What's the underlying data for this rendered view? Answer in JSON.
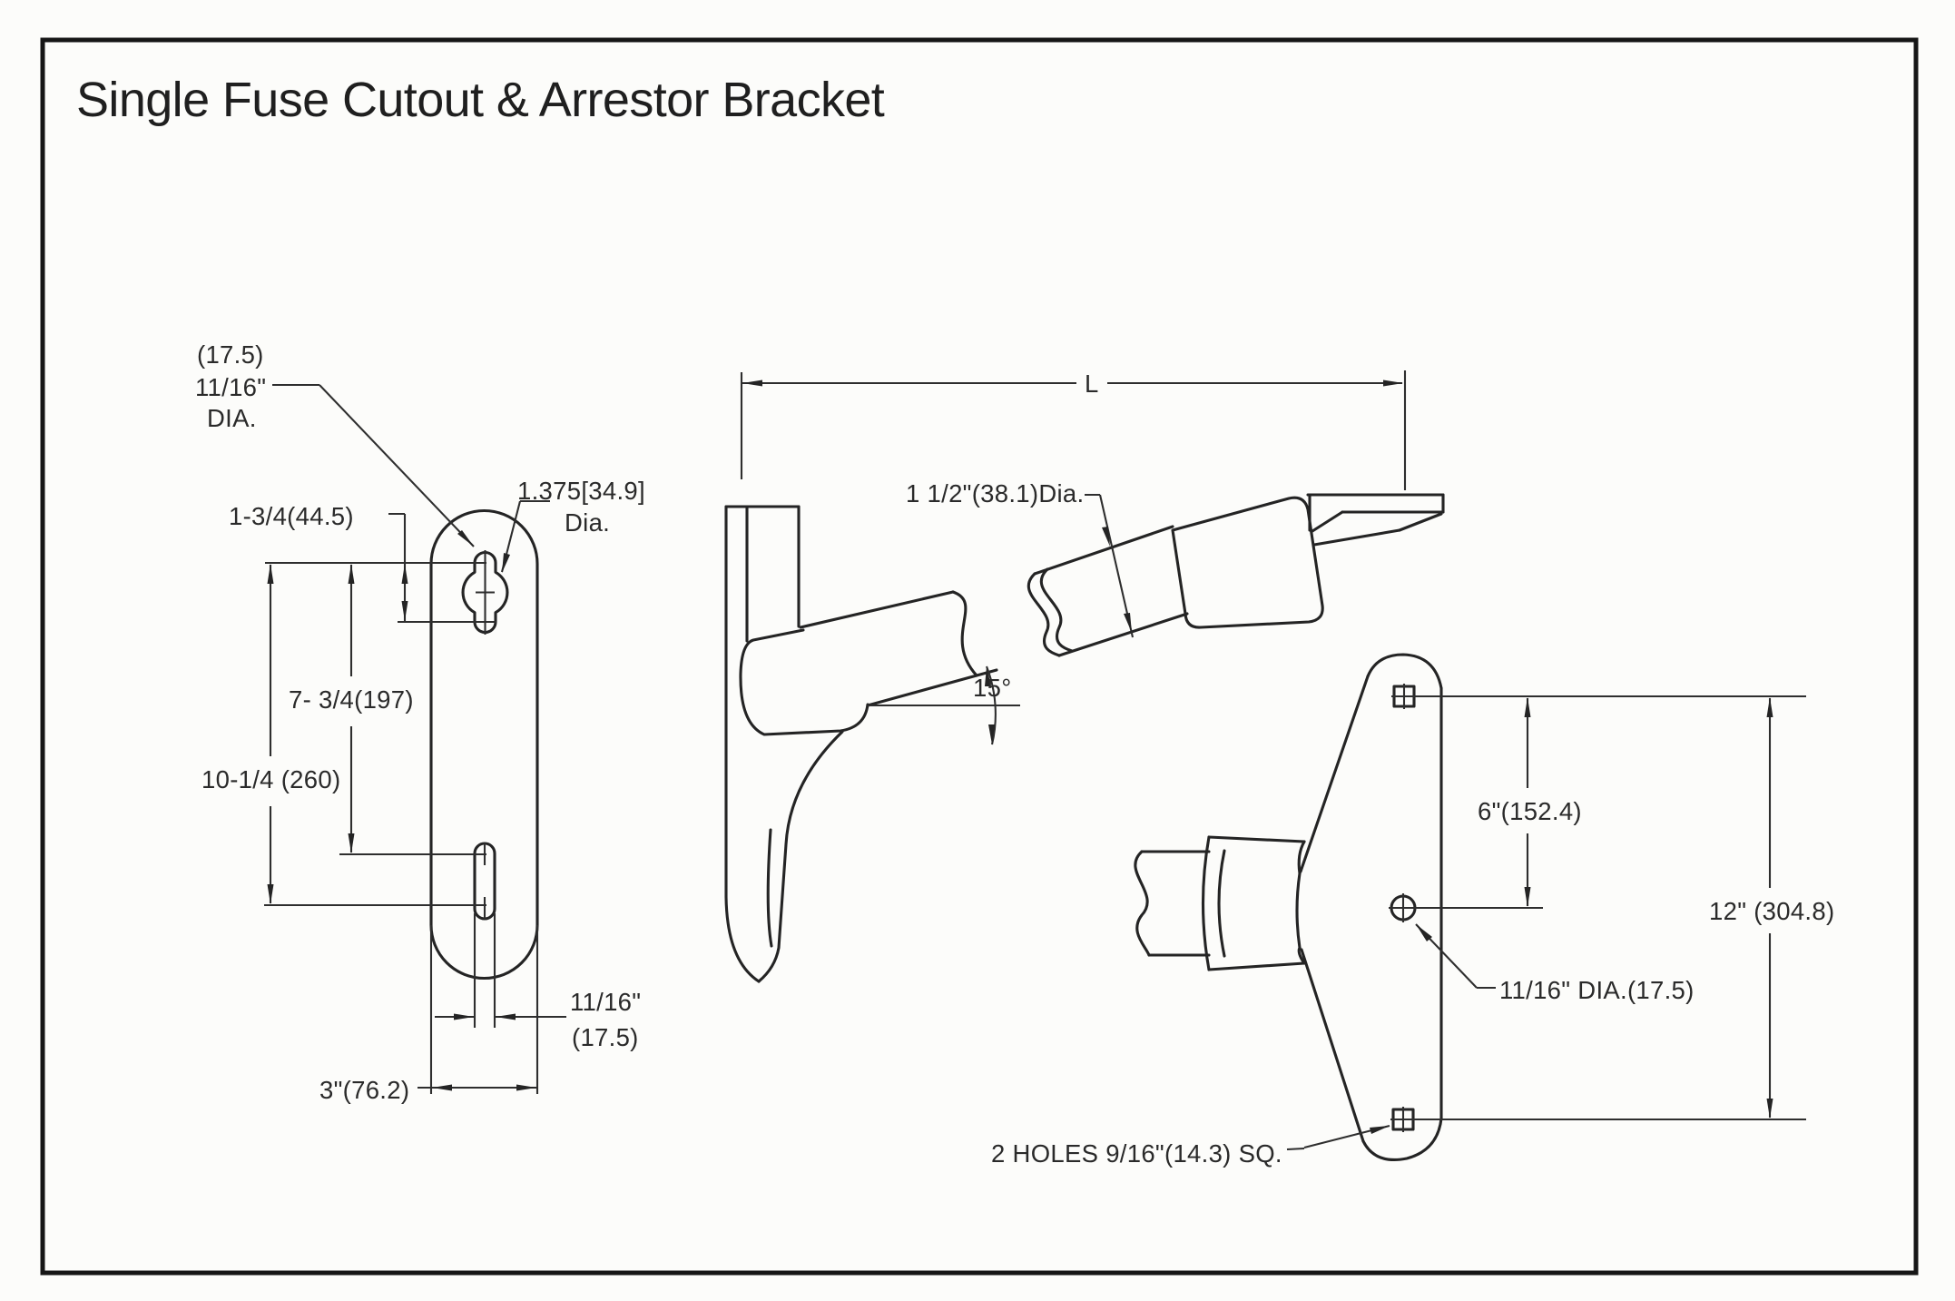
{
  "title": "Single Fuse Cutout & Arrestor Bracket",
  "left_view": {
    "keyhole_dia_mm": "(17.5)",
    "keyhole_dia_in": "11/16\"",
    "keyhole_dia_suffix": "DIA.",
    "hole_spacing": "1-3/4(44.5)",
    "bulge_dia": "1.375[34.9]",
    "bulge_dia_suffix": "Dia.",
    "upper_span": "7- 3/4(197)",
    "total_span": "10-1/4 (260)",
    "slot_width_in": "11/16\"",
    "slot_width_mm": "(17.5)",
    "plate_width": "3\"(76.2)"
  },
  "side_view": {
    "length_label": "L",
    "stud_dia": "1 1/2\"(38.1)Dia.",
    "stud_angle": "15°"
  },
  "front_view": {
    "hole_spacing": "6\"(152.4)",
    "overall_span": "12\" (304.8)",
    "center_hole": "11/16\" DIA.(17.5)",
    "square_holes": "2 HOLES 9/16\"(14.3) SQ."
  }
}
